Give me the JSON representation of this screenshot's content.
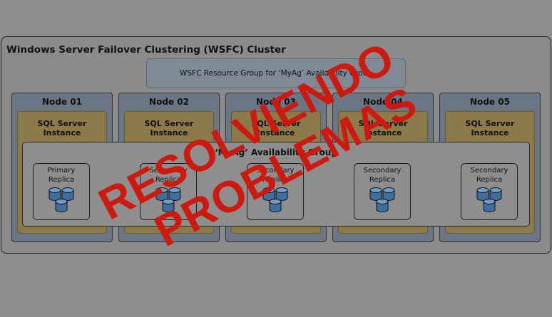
{
  "cluster": {
    "title": "Windows Server Failover Clustering (WSFC) Cluster"
  },
  "resource_group": {
    "label": "WSFC Resource Group for ‘MyAg’ Availability Group"
  },
  "nodes": [
    {
      "name": "Node 01",
      "instance_line1": "SQL Server",
      "instance_line2": "Instance"
    },
    {
      "name": "Node 02",
      "instance_line1": "SQL Server",
      "instance_line2": "Instance"
    },
    {
      "name": "Node 03",
      "instance_line1": "SQL Server",
      "instance_line2": "Instance"
    },
    {
      "name": "Node 04",
      "instance_line1": "SQL Server",
      "instance_line2": "Instance"
    },
    {
      "name": "Node 05",
      "instance_line1": "SQL Server",
      "instance_line2": "Instance"
    }
  ],
  "availability_group": {
    "title": "‘MyAg’ Availability Group"
  },
  "replicas": [
    {
      "line1": "Primary",
      "line2": "Replica"
    },
    {
      "line1": "Secondary",
      "line2": "Replica"
    },
    {
      "line1": "Secondary",
      "line2": "Replica"
    },
    {
      "line1": "Secondary",
      "line2": "Replica"
    },
    {
      "line1": "Secondary",
      "line2": "Replica"
    }
  ],
  "watermark": {
    "line1": "RESOLVIENDO",
    "line2": "PROBLEMAS",
    "color": "#cc1a10"
  },
  "colors": {
    "node_fill": "#6a7684",
    "instance_fill": "#8c7a4a",
    "db_fill": "#3e6f9c"
  },
  "icons": {
    "database": "database-cylinders-icon"
  }
}
